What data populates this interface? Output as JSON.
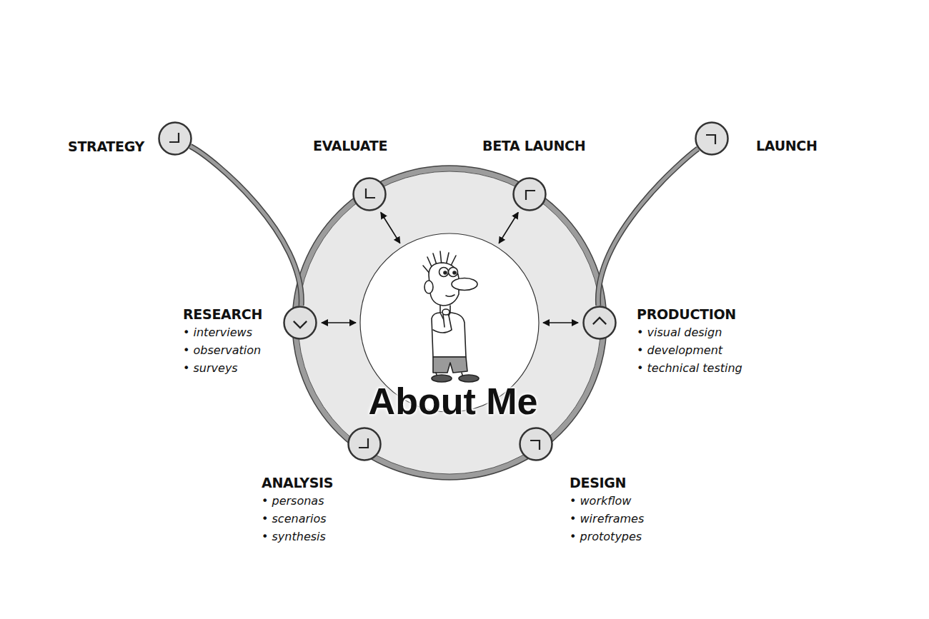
{
  "diagram": {
    "nodes": [
      {
        "text": [
          "STRATEGY"
        ]
      },
      {
        "text": [
          "EVALUATE"
        ]
      },
      {
        "text": [
          "BETA LAUNCH"
        ]
      },
      {
        "text": [
          "LAUNCH"
        ]
      },
      {
        "text": [
          "RESEARCH",
          "• interviews",
          "• observation",
          "• surveys"
        ]
      },
      {
        "text": [
          "About Me"
        ]
      },
      {
        "text": [
          "PRODUCTION",
          "• visual design",
          "• development",
          "• technical testing"
        ]
      },
      {
        "text": [
          "ANALYSIS",
          "• personas",
          "• scenarios",
          "• synthesis"
        ]
      },
      {
        "text": [
          "DESIGN",
          "• workflow",
          "• wireframes",
          "• prototypes"
        ]
      }
    ],
    "edges": [
      {
        "from": 0,
        "to": 4,
        "arrow": "none"
      },
      {
        "from": 6,
        "to": 3,
        "arrow": "none"
      },
      {
        "from": 5,
        "to": 1,
        "arrow": "both"
      },
      {
        "from": 5,
        "to": 2,
        "arrow": "both"
      },
      {
        "from": 5,
        "to": 4,
        "arrow": "both"
      },
      {
        "from": 5,
        "to": 6,
        "arrow": "both"
      }
    ]
  }
}
